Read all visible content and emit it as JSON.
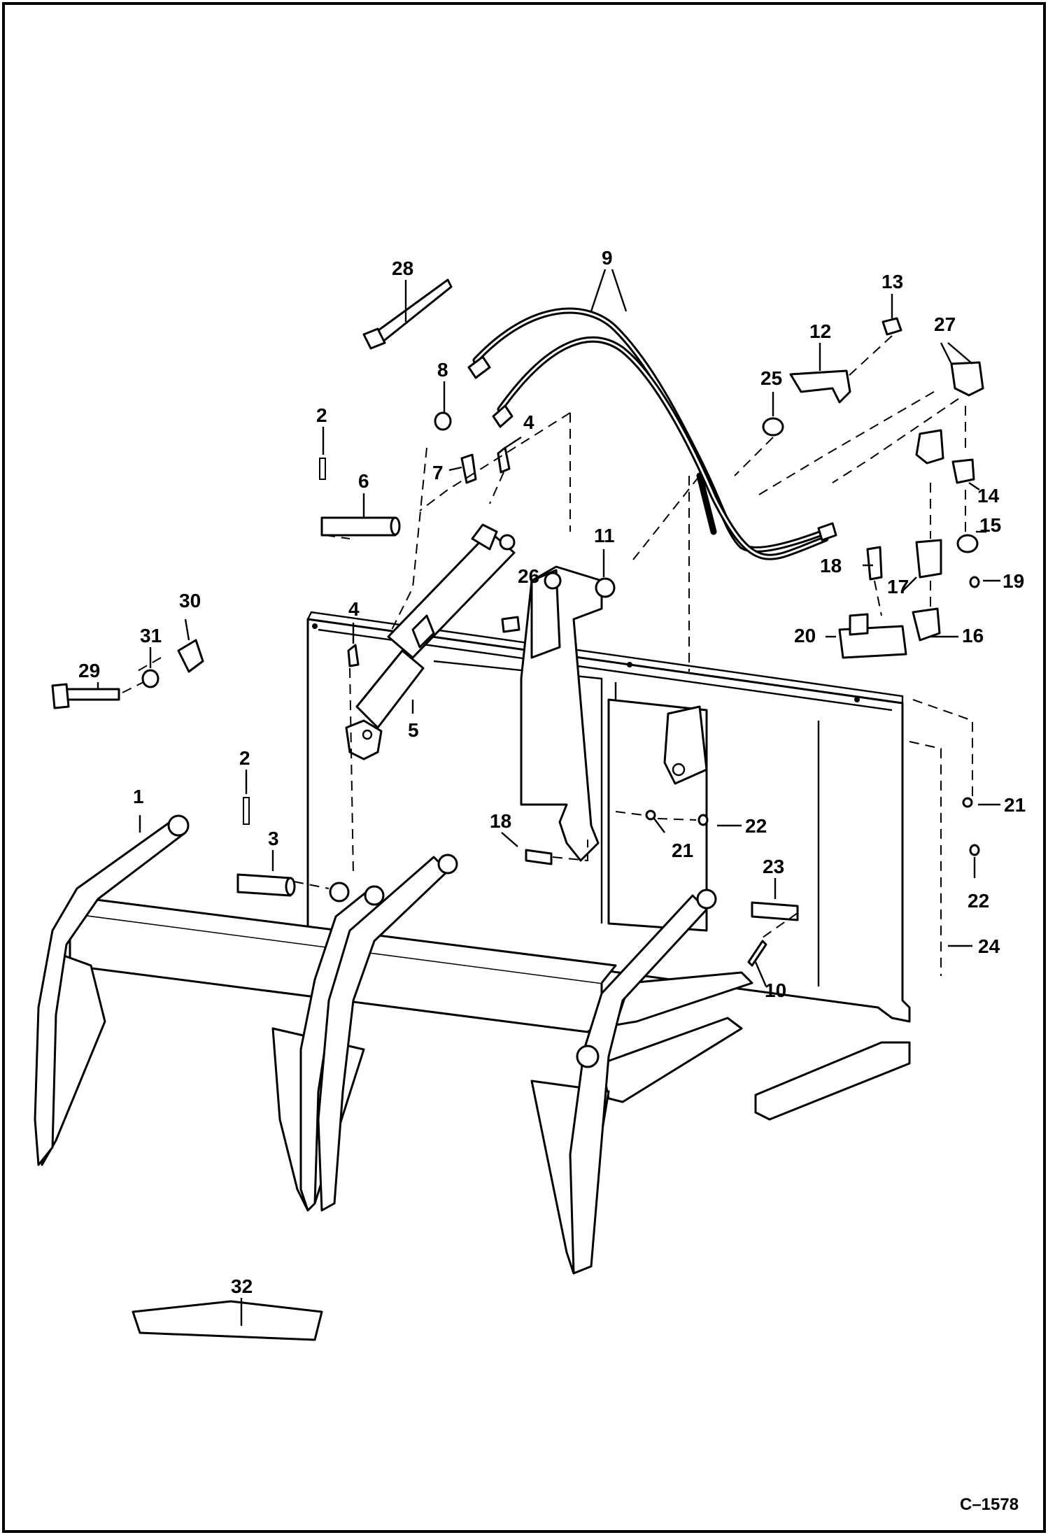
{
  "diagram": {
    "figure_id": "C–1578",
    "callouts": [
      "1",
      "2",
      "2",
      "3",
      "4",
      "4",
      "5",
      "6",
      "7",
      "8",
      "9",
      "10",
      "11",
      "12",
      "13",
      "14",
      "15",
      "16",
      "17",
      "18",
      "18",
      "19",
      "20",
      "21",
      "21",
      "22",
      "22",
      "23",
      "24",
      "25",
      "26",
      "27",
      "28",
      "29",
      "30",
      "31",
      "32"
    ]
  }
}
